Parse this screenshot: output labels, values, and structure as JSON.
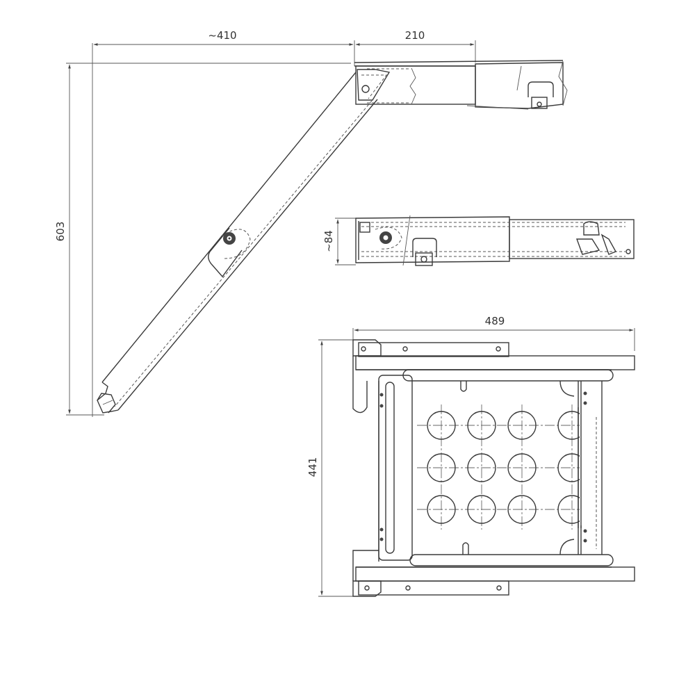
{
  "drawing": {
    "title": "Folding step technical drawing",
    "views": [
      {
        "id": "side-view-folded",
        "description": "Side view with diagonal strut"
      },
      {
        "id": "side-view-retracted",
        "description": "Side view, retracted"
      },
      {
        "id": "top-view",
        "description": "Top view with perforated plate"
      }
    ]
  },
  "dimensions": {
    "horizontal_reach": "~410",
    "mount_length": "210",
    "height": "603",
    "retracted_height": "~84",
    "width": "489",
    "depth": "441"
  },
  "top_view": {
    "hole_rows": 3,
    "hole_cols": 4
  },
  "colors": {
    "line": "#3a3a3a",
    "background": "#ffffff"
  }
}
